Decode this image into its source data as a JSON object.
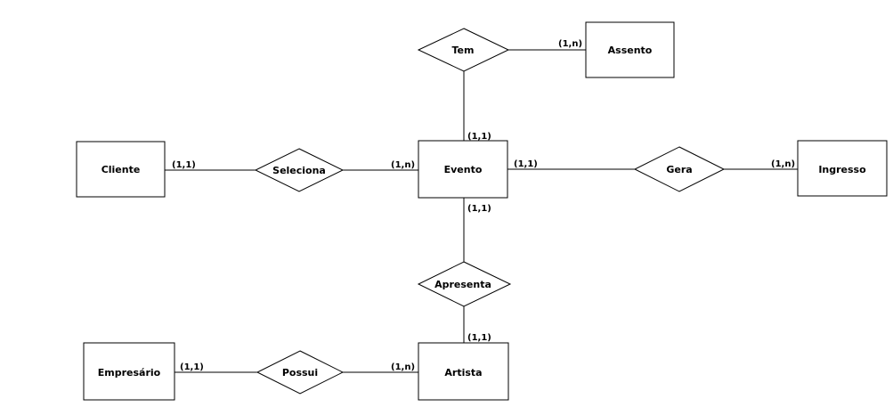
{
  "entities": {
    "assento": "Assento",
    "cliente": "Cliente",
    "evento": "Evento",
    "ingresso": "Ingresso",
    "empresario": "Empresário",
    "artista": "Artista"
  },
  "relationships": {
    "tem": "Tem",
    "seleciona": "Seleciona",
    "gera": "Gera",
    "apresenta": "Apresenta",
    "possui": "Possui"
  },
  "cardinalities": {
    "tem_assento": "(1,n)",
    "tem_evento": "(1,1)",
    "seleciona_cliente": "(1,1)",
    "seleciona_evento": "(1,n)",
    "gera_evento": "(1,1)",
    "gera_ingresso": "(1,n)",
    "apresenta_evento": "(1,1)",
    "apresenta_artista": "(1,1)",
    "possui_empresario": "(1,1)",
    "possui_artista": "(1,n)"
  }
}
